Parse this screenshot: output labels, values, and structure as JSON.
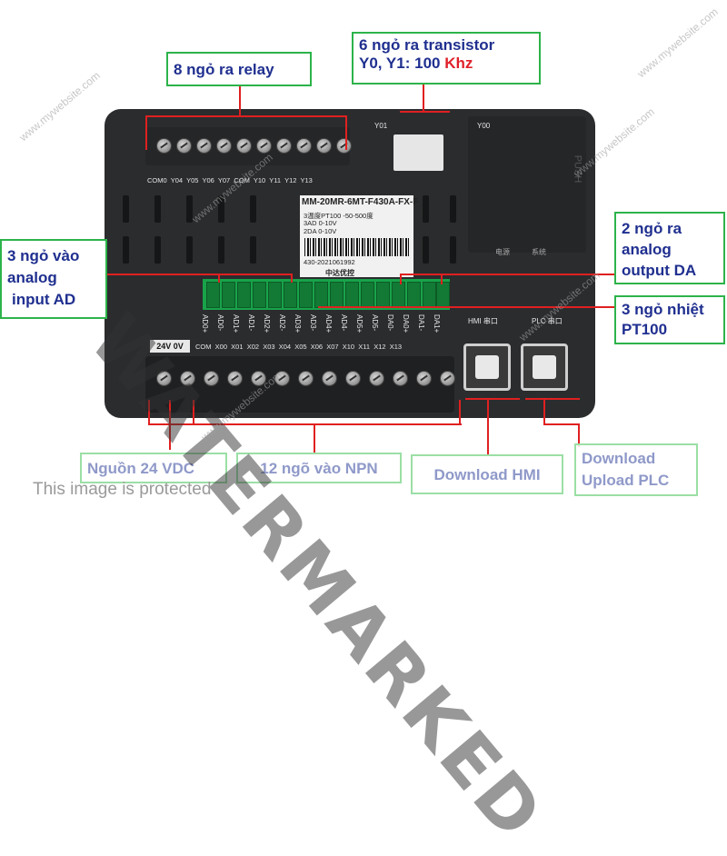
{
  "callouts": {
    "relay": "8 ngỏ ra relay",
    "transistor_line1": "6 ngỏ ra transistor",
    "transistor_line2_pre": "Y0, Y1: 100 ",
    "transistor_line2_khz": "Khz",
    "analog_in_line1": "3 ngỏ vào",
    "analog_in_line2": "analog",
    "analog_in_line3": "input AD",
    "analog_out_line1": "2 ngỏ ra",
    "analog_out_line2": "analog",
    "analog_out_line3": "output DA",
    "pt100_line1": "3 ngỏ nhiệt",
    "pt100_line2": "PT100",
    "power": "Nguồn 24 VDC",
    "npn": "12 ngõ vào NPN",
    "hmi": "Download HMI",
    "plc_line1": "Download",
    "plc_line2": "Upload PLC"
  },
  "device": {
    "port_y01": "Y01",
    "port_y00": "Y00",
    "push_label": "PUSH",
    "top_terminals": "COM0  Y04  Y05  Y06  Y07  COM  Y10  Y11  Y12  Y13",
    "analog_terminals": [
      "AD0+",
      "AD0-",
      "AD1+",
      "AD1-",
      "AD2+",
      "AD2-",
      "AD3+",
      "AD3-",
      "AD4+",
      "AD4-",
      "AD5+",
      "AD5-",
      "DA0-",
      "DA0+",
      "DA1-",
      "DA1+"
    ],
    "power_label": "24V  0V",
    "bottom_terminals": "COM  X00  X01  X02  X03  X04  X05  X06  X07  X10  X11  X12  X13",
    "hmi_port": "HMI  串口",
    "plc_port": "PLC  串口",
    "side_label_1": "电源",
    "side_label_2": "系统",
    "sticker_model": "MM-20MR-6MT-F430A-FX-F",
    "sticker_row1": "3温度PT100    -50-500度",
    "sticker_row2": "3AD              0-10V",
    "sticker_row3": "2DA              0-10V",
    "sticker_serial": "430-2021061992",
    "sticker_brand": "中达优控"
  },
  "watermark": "WATERMARKED",
  "site_watermark": "www.mywebsite.com",
  "protected_text": "This image is protected",
  "colors": {
    "callout_border": "#2db34a",
    "callout_text": "#1f2f8f",
    "leader_line": "#e02020",
    "khz": "#e0202a",
    "terminal_green": "#18a34a"
  }
}
